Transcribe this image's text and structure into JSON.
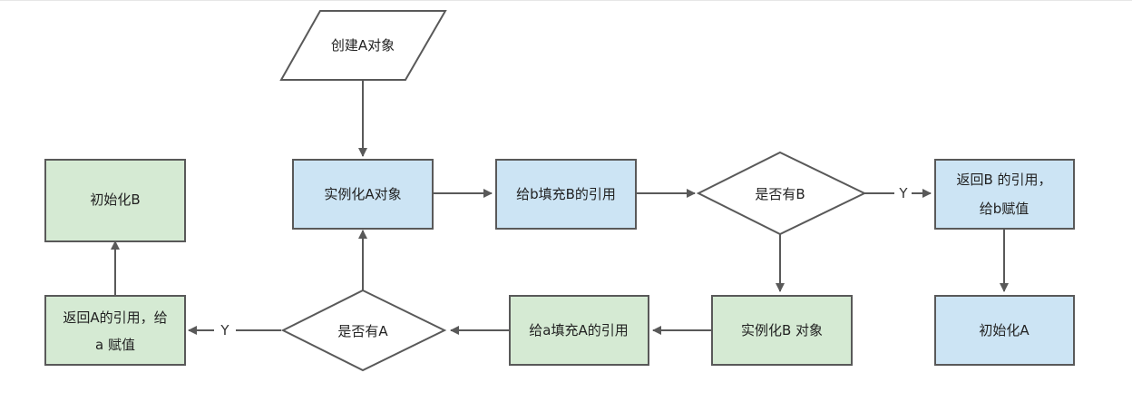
{
  "diagram": {
    "nodes": {
      "create_a": {
        "lines": [
          "创建A对象"
        ]
      },
      "instantiate_a": {
        "lines": [
          "实例化A对象"
        ]
      },
      "fill_b_ref": {
        "lines": [
          "给b填充B的引用"
        ]
      },
      "has_b": {
        "lines": [
          "是否有B"
        ]
      },
      "return_b": {
        "lines": [
          "返回B 的引用，",
          "给b赋值"
        ]
      },
      "init_a": {
        "lines": [
          "初始化A"
        ]
      },
      "init_b": {
        "lines": [
          "初始化B"
        ]
      },
      "return_a": {
        "lines": [
          "返回A的引用，给",
          "a 赋值"
        ]
      },
      "has_a": {
        "lines": [
          "是否有A"
        ]
      },
      "fill_a_ref": {
        "lines": [
          "给a填充A的引用"
        ]
      },
      "instantiate_b": {
        "lines": [
          "实例化B 对象"
        ]
      }
    },
    "edge_labels": {
      "has_b_yes": "Y",
      "has_a_yes": "Y"
    },
    "colors": {
      "blue_fill": "#cce4f4",
      "green_fill": "#d5ead3",
      "stroke": "#595959"
    }
  }
}
